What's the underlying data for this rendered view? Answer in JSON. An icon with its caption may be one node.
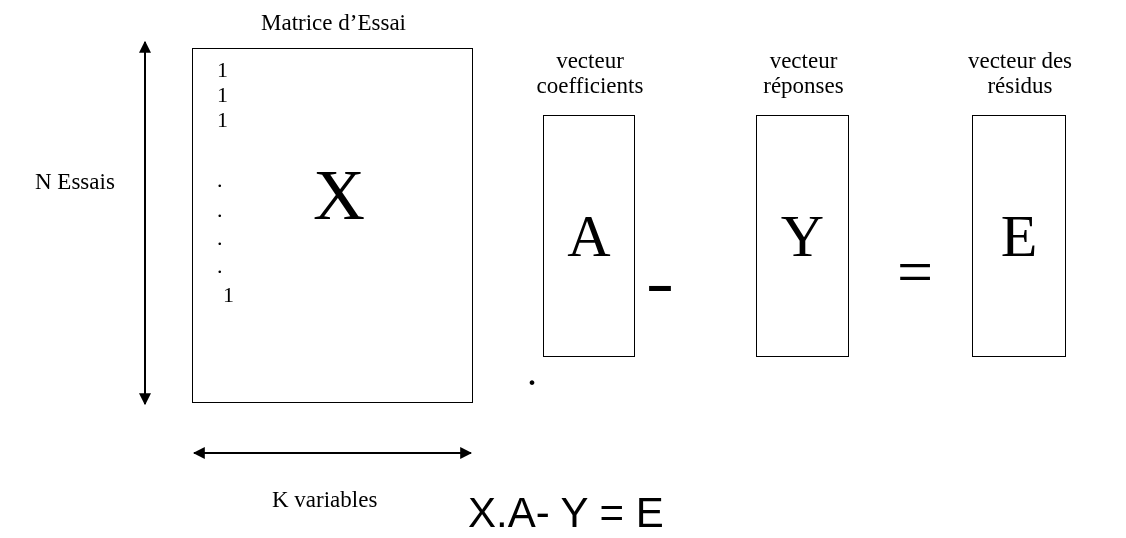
{
  "diagram": {
    "nodes": [
      {
        "text": [
          "Matrice d’Essai",
          "1",
          "1",
          "1",
          ".",
          ".",
          ".",
          ".",
          "1",
          "X"
        ]
      },
      {
        "text": [
          "vecteur coefficients",
          "A"
        ]
      },
      {
        "text": [
          "vecteur réponses",
          "Y"
        ]
      },
      {
        "text": [
          "vecteur des résidus",
          "E"
        ]
      }
    ],
    "labels": [
      "N Essais",
      ".",
      "-",
      "=",
      "K variables",
      "X.A- Y = E"
    ]
  }
}
